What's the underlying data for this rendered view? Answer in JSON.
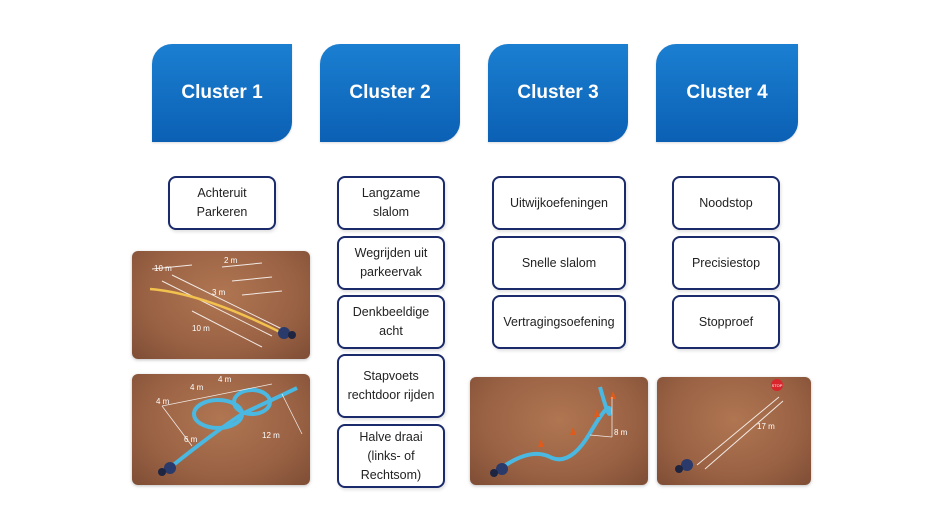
{
  "clusters": [
    {
      "title": "Cluster 1",
      "items": [
        "Achteruit Parkeren"
      ]
    },
    {
      "title": "Cluster 2",
      "items": [
        "Langzame slalom",
        "Wegrijden uit parkeervak",
        "Denkbeeldige acht",
        "Stapvoets rechtdoor rijden",
        "Halve draai (links- of Rechtsom)"
      ]
    },
    {
      "title": "Cluster 3",
      "items": [
        "Uitwijkoefeningen",
        "Snelle slalom",
        "Vertragingsoefening"
      ]
    },
    {
      "title": "Cluster 4",
      "items": [
        "Noodstop",
        "Precisiestop",
        "Stopproef"
      ]
    }
  ],
  "photos": {
    "parking": {
      "labels": [
        "10 m",
        "2 m",
        "3 m",
        "10 m"
      ]
    },
    "eight": {
      "labels": [
        "4 m",
        "4 m",
        "4 m",
        "6 m",
        "12 m"
      ]
    },
    "slalom": {
      "labels": [
        "8 m"
      ]
    },
    "stop": {
      "labels": [
        "STOP",
        "17 m"
      ]
    }
  },
  "colors": {
    "header": "#0b60b4",
    "box_border": "#1a2a6a",
    "ground": "#9a6244",
    "track": "#4ab8e0"
  }
}
